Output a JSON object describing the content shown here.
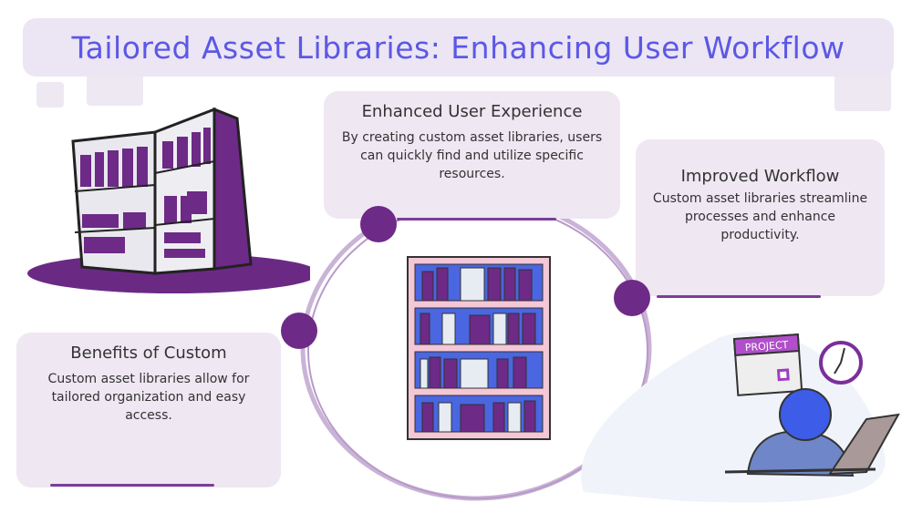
{
  "title": "Tailored Asset Libraries: Enhancing User Workflow",
  "cards": [
    {
      "heading": "Enhanced User Experience",
      "body": "By creating custom asset libraries, users can quickly find and utilize specific resources."
    },
    {
      "heading": "Improved Workflow",
      "body": "Custom asset libraries streamline processes and enhance productivity."
    },
    {
      "heading": "Benefits of Custom",
      "body": "Custom asset libraries allow for tailored organization and easy access."
    }
  ],
  "illustration": {
    "calendar_label": "PROJECT"
  },
  "colors": {
    "title": "#5b58e6",
    "accent": "#6d2a86",
    "card_bg": "#efe7f2"
  }
}
